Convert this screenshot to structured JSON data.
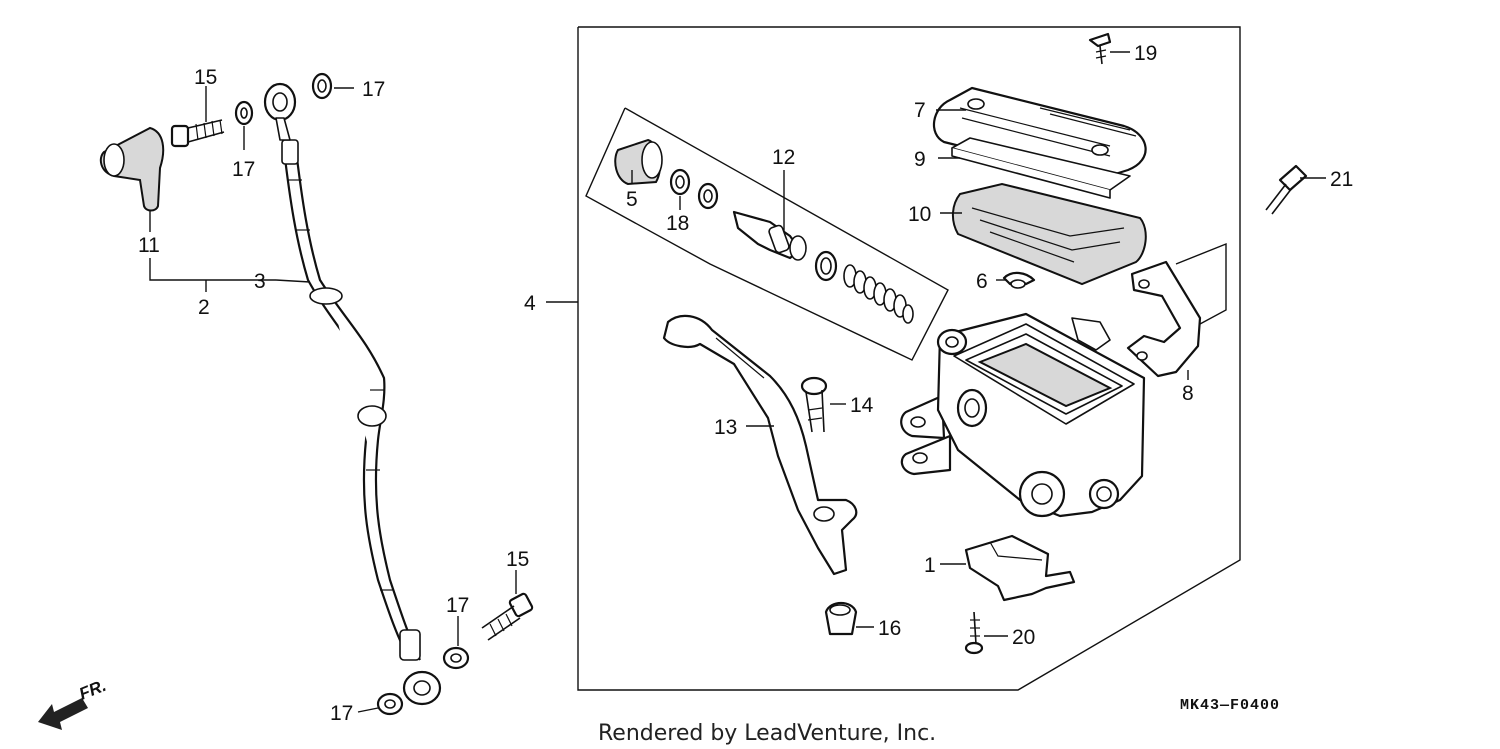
{
  "diagram": {
    "labels": {
      "p1": "1",
      "p2": "2",
      "p3": "3",
      "p4": "4",
      "p5": "5",
      "p6": "6",
      "p7": "7",
      "p8": "8",
      "p9": "9",
      "p10": "10",
      "p11": "11",
      "p12": "12",
      "p13": "13",
      "p14": "14",
      "p15a": "15",
      "p15b": "15",
      "p16": "16",
      "p17a": "17",
      "p17b": "17",
      "p17c": "17",
      "p17d": "17",
      "p18": "18",
      "p19": "19",
      "p20": "20",
      "p21": "21"
    },
    "direction_label": "FR.",
    "diagram_code": "MK43—F0400",
    "credit": "Rendered by LeadVenture, Inc."
  },
  "colors": {
    "ink": "#111111",
    "paper": "#ffffff",
    "shade": "#d8d8d8"
  }
}
